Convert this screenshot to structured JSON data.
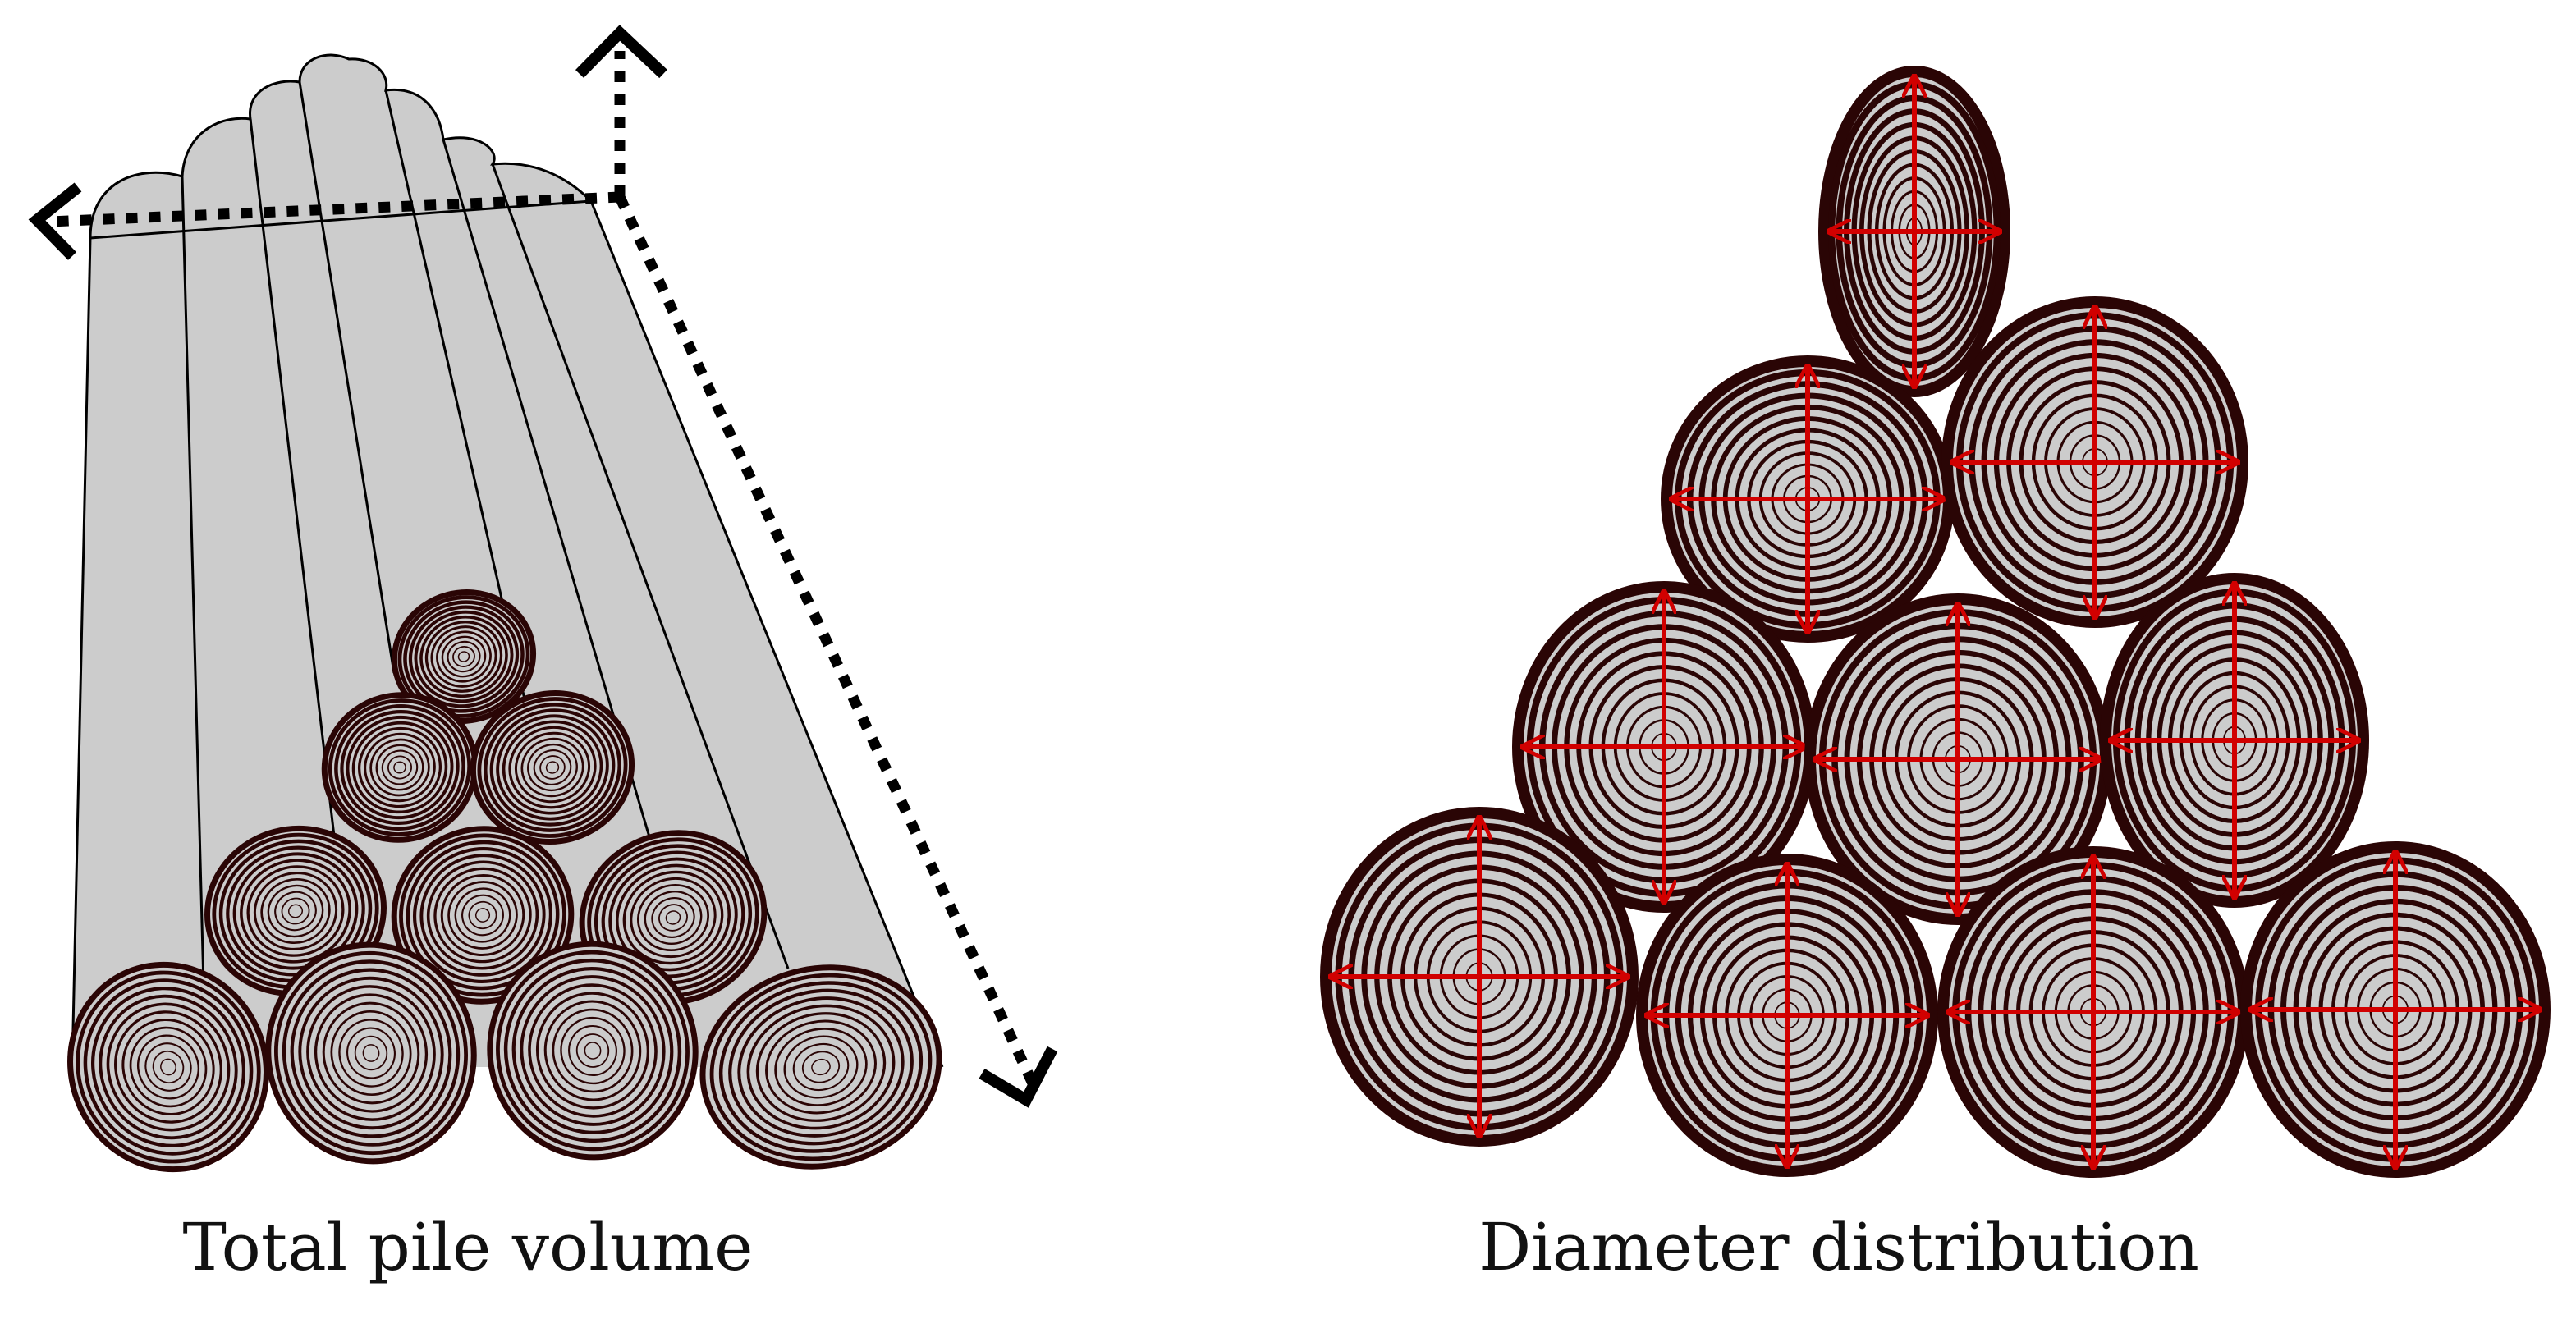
{
  "panels": {
    "left": {
      "caption": "Total pile volume"
    },
    "right": {
      "caption": "Diameter distribution"
    }
  },
  "colors": {
    "wood_fill": "#cccccc",
    "ring_stroke": "#2a0505",
    "outline": "#000000",
    "arrow": "#d10000",
    "dotted_axis": "#000000"
  },
  "icons": {
    "log_end": "concentric-rings",
    "dimension_arrow": "double-headed-arrow"
  }
}
